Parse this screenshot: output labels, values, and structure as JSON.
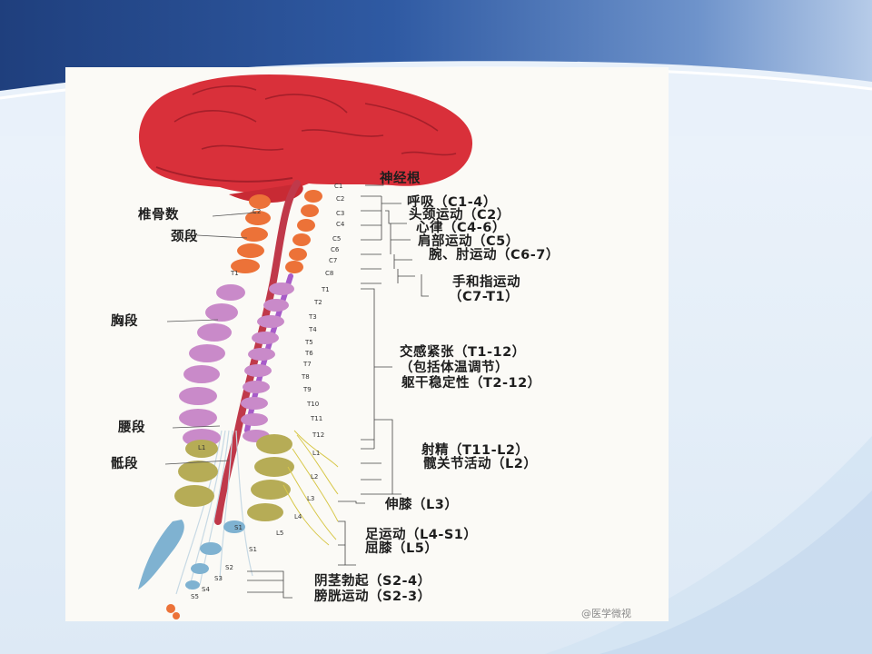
{
  "figure": {
    "labels_left": {
      "vertebra_count": "椎骨数",
      "cervical": "颈段",
      "thoracic": "胸段",
      "lumbar": "腰段",
      "sacral": "骶段"
    },
    "labels_right": {
      "nerve_root": "神经根",
      "breathing": "呼吸（C1-4）",
      "head_neck": "头颈运动（C2）",
      "heart_rate": "心律（C4-6）",
      "shoulder": "肩部运动（C5）",
      "wrist_elbow": "腕、肘运动（C6-7）",
      "hand_finger_1": "手和指运动",
      "hand_finger_2": "（C7-T1）",
      "sympathetic_1": "交感紧张（T1-12）",
      "sympathetic_2": "（包括体温调节）",
      "trunk_stability": "躯干稳定性（T2-12）",
      "ejaculation": "射精（T11-L2）",
      "hip": "髋关节活动（L2）",
      "knee_ext": "伸膝（L3）",
      "foot": "足运动（L4-S1）",
      "knee_flex": "屈膝（L5）",
      "erection": "阴茎勃起（S2-4）",
      "bladder": "膀胱运动（S2-3）"
    },
    "segment_labels": {
      "cervical": [
        "C1",
        "C2",
        "C3",
        "C4",
        "C5",
        "C6",
        "C7",
        "C8"
      ],
      "thoracic": [
        "T1",
        "T2",
        "T3",
        "T4",
        "T5",
        "T6",
        "T7",
        "T8",
        "T9",
        "T10",
        "T11",
        "T12"
      ],
      "lumbar": [
        "L1",
        "L2",
        "L3",
        "L4",
        "L5"
      ],
      "sacral": [
        "S1",
        "S2",
        "S3",
        "S4",
        "S5"
      ],
      "vertebra_c2": "C2",
      "vertebra_t1": "T1",
      "vertebra_l1": "L1",
      "vertebra_s1": "S1"
    },
    "watermark": "@医学微视",
    "colors": {
      "brain": "#d9303a",
      "cervical": "#ec7238",
      "thoracic": "#c98ac9",
      "lumbar": "#b6ac56",
      "sacral": "#7fb2d1",
      "cord": "#c0394a"
    }
  }
}
